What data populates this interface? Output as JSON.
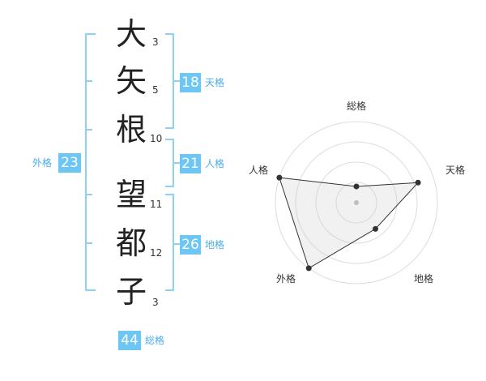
{
  "name": {
    "characters": [
      {
        "char": "大",
        "strokes": "3"
      },
      {
        "char": "矢",
        "strokes": "5"
      },
      {
        "char": "根",
        "strokes": "10"
      },
      {
        "char": "望",
        "strokes": "11"
      },
      {
        "char": "都",
        "strokes": "12"
      },
      {
        "char": "子",
        "strokes": "3"
      }
    ]
  },
  "fortunes": {
    "tenkaku": {
      "value": "18",
      "label": "天格"
    },
    "jinkaku": {
      "value": "21",
      "label": "人格"
    },
    "chikaku": {
      "value": "26",
      "label": "地格"
    },
    "gaikaku": {
      "value": "23",
      "label": "外格"
    },
    "soukaku": {
      "value": "44",
      "label": "総格"
    }
  },
  "colors": {
    "accent": "#6ec6f5",
    "accent_text": "#4aaee8",
    "bracket": "#8fd0f5"
  },
  "chart_data": {
    "type": "radar",
    "axes": [
      "総格",
      "天格",
      "地格",
      "外格",
      "人格"
    ],
    "values": [
      0.2,
      0.8,
      0.4,
      1.0,
      1.0
    ],
    "rings": 4
  }
}
